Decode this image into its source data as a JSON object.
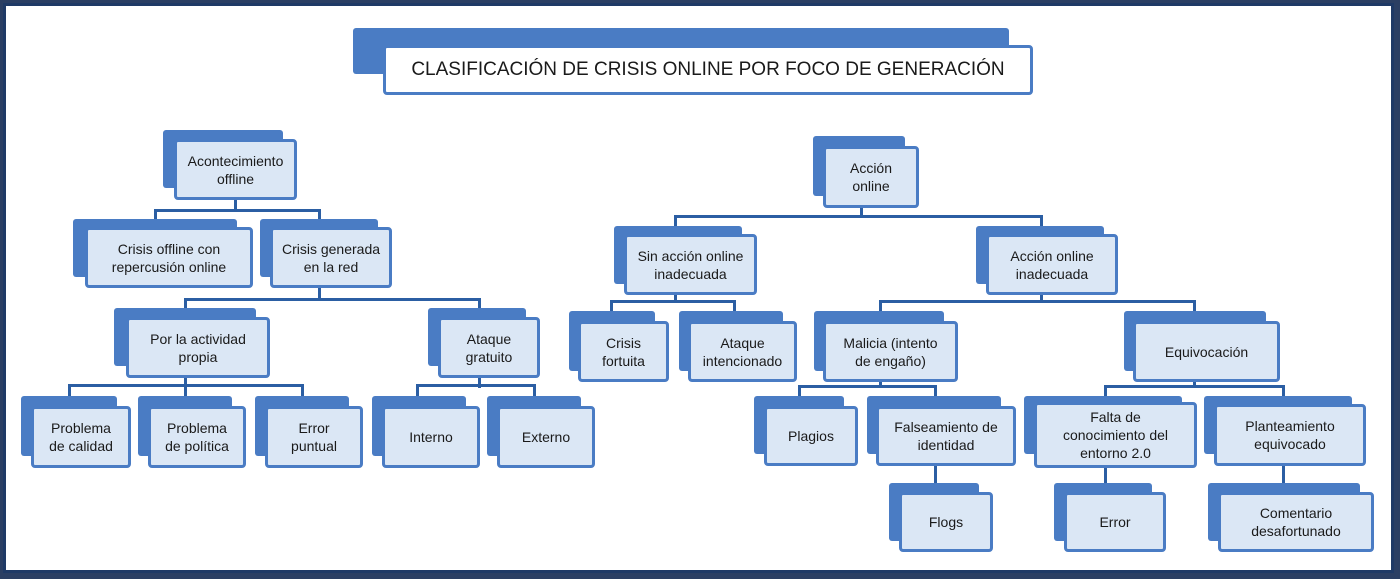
{
  "title": "CLASIFICACIÓN DE CRISIS ONLINE POR FOCO DE GENERACIÓN",
  "colors": {
    "shadow": "#4a7cc4",
    "fill": "#dbe7f5",
    "line": "#2b5ea3",
    "frame": "#1f3a66"
  },
  "nodes": {
    "acontecimiento_offline": [
      "Acontecimiento",
      "offline"
    ],
    "crisis_offline": [
      "Crisis offline con",
      "repercusión online"
    ],
    "crisis_red": [
      "Crisis generada",
      "en la red"
    ],
    "actividad_propia": [
      "Por la actividad",
      "propia"
    ],
    "ataque_gratuito": [
      "Ataque",
      "gratuito"
    ],
    "problema_calidad": [
      "Problema",
      "de calidad"
    ],
    "problema_politica": [
      "Problema",
      "de política"
    ],
    "error_puntual": [
      "Error",
      "puntual"
    ],
    "interno": [
      "Interno"
    ],
    "externo": [
      "Externo"
    ],
    "accion_online": [
      "Acción",
      "online"
    ],
    "sin_accion": [
      "Sin acción online",
      "inadecuada"
    ],
    "accion_inadecuada": [
      "Acción online",
      "inadecuada"
    ],
    "crisis_fortuita": [
      "Crisis",
      "fortuita"
    ],
    "ataque_intencionado": [
      "Ataque",
      "intencionado"
    ],
    "malicia": [
      "Malicia (intento",
      "de engaño)"
    ],
    "equivocacion": [
      "Equivocación"
    ],
    "plagios": [
      "Plagios"
    ],
    "falseamiento": [
      "Falseamiento de",
      "identidad"
    ],
    "flogs": [
      "Flogs"
    ],
    "falta_conocimiento": [
      "Falta de",
      "conocimiento del",
      "entorno 2.0"
    ],
    "planteamiento": [
      "Planteamiento",
      "equivocado"
    ],
    "error": [
      "Error"
    ],
    "comentario": [
      "Comentario",
      "desafortunado"
    ]
  }
}
